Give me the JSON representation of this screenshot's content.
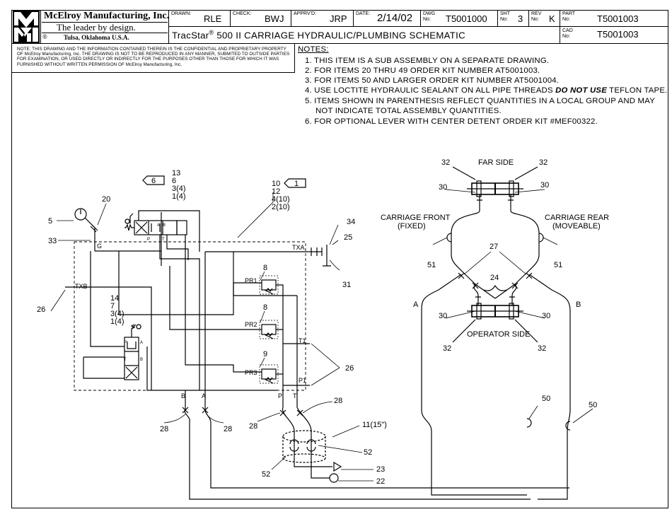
{
  "title_block": {
    "company": "McElroy Manufacturing, Inc.",
    "tagline": "The leader by design.",
    "location": "Tulsa, Oklahoma U.S.A.",
    "registered_mark": "®",
    "logo_letters": "MMI",
    "drawn_label": "DRAWN:",
    "drawn_value": "RLE",
    "check_label": "CHECK:",
    "check_value": "BWJ",
    "apprvd_label": "APPRV'D:",
    "apprvd_value": "JRP",
    "date_label": "DATE:",
    "date_value": "2/14/02",
    "dwg_label_1": "DWG",
    "dwg_label_2": "No:",
    "dwg_value": "T5001000",
    "sht_label_1": "SHT",
    "sht_label_2": "No:",
    "sht_value": "3",
    "rev_label_1": "REV",
    "rev_label_2": "No:",
    "rev_value": "K",
    "part_label_1": "PART",
    "part_label_2": "No:",
    "part_value": "T5001003",
    "cad_label_1": "CAD",
    "cad_label_2": "No:",
    "cad_value": "T5001003",
    "drawing_title_a": "TracStar",
    "drawing_title_reg": "®",
    "drawing_title_b": " 500 II CARRIAGE HYDRAULIC/PLUMBING SCHEMATIC"
  },
  "legal_note": "NOTE: THIS DRAWING AND THE INFORMATION CONTAINED THEREIN IS THE CONFIDENTIAL AND PROPRIETARY PROPERTY OF McElroy Manufacturing, Inc. THE DRAWING IS NOT TO BE REPRODUCED IN ANY MANNER, SUBMITED TO OUTSIDE PARTIES FOR EXAMINATION, OR USED DIRECTLY OR INDIRECTLY FOR THE PURPOSES OTHER THAN THOSE FOR WHICH IT WAS FURNISHED WITHOUT WRITTEN PERMISSION OF McElroy Manufacturing, Inc.",
  "notes": {
    "heading": "NOTES:",
    "n1": "1. THIS ITEM IS A SUB ASSEMBLY ON A SEPARATE DRAWING.",
    "n2": "2. FOR ITEMS 20 THRU 49 ORDER KIT NUMBER AT5001003.",
    "n3": "3. FOR ITEMS 50 AND LARGER ORDER KIT NUMBER AT5001004.",
    "n4a": "4. USE LOCTITE HYDRAULIC SEALANT ON ALL PIPE THREADS ",
    "n4b": "DO NOT USE",
    "n4c": " TEFLON TAPE.",
    "n5a": "5. ITEMS SHOWN IN PARENTHESIS REFLECT QUANTITIES IN A LOCAL GROUP AND MAY",
    "n5b": "NOT INDICATE TOTAL ASSEMBLY QUANTITIES.",
    "n6": "6. FOR OPTIONAL LEVER WITH CENTER DETENT ORDER KIT #MEF00322."
  },
  "labels": {
    "far_side": "FAR SIDE",
    "operator_side": "OPERATOR SIDE",
    "carriage_front": "CARRIAGE FRONT",
    "fixed": "(FIXED)",
    "carriage_rear": "CARRIAGE REAR",
    "moveable": "(MOVEABLE)",
    "port_a": "A",
    "port_b": "B",
    "g": "G",
    "txa": "TXA",
    "txb": "TXB",
    "pr1": "PR1",
    "pr2": "PR2",
    "pr3": "PR3",
    "t1": "T1",
    "p1": "P1",
    "port_p": "P",
    "port_t": "T",
    "n5": "5",
    "n20": "20",
    "n33": "33",
    "n13": "13",
    "n6": "6",
    "n3_4": "3(4)",
    "n1_4": "1(4)",
    "flag6": "6",
    "flag1": "1",
    "n10": "10",
    "n12": "12",
    "n4_10": "4(10)",
    "n2_10": "2(10)",
    "n34": "34",
    "n25": "25",
    "n31": "31",
    "n26": "26",
    "n26b": "26",
    "n8a": "8",
    "n8b": "8",
    "n9": "9",
    "n14": "14",
    "n7": "7",
    "n3_4b": "3(4)",
    "n1_4b": "1(4)",
    "n28a": "28",
    "n28b": "28",
    "n28c": "28",
    "n28d": "28",
    "n11": "11(15\")",
    "n52a": "52",
    "n52b": "52",
    "n23": "23",
    "n22": "22",
    "n32a": "32",
    "n32b": "32",
    "n32c": "32",
    "n32d": "32",
    "n30a": "30",
    "n30b": "30",
    "n30c": "30",
    "n30d": "30",
    "n51a": "51",
    "n51b": "51",
    "n27": "27",
    "n24": "24",
    "n50a": "50",
    "n50b": "50"
  }
}
